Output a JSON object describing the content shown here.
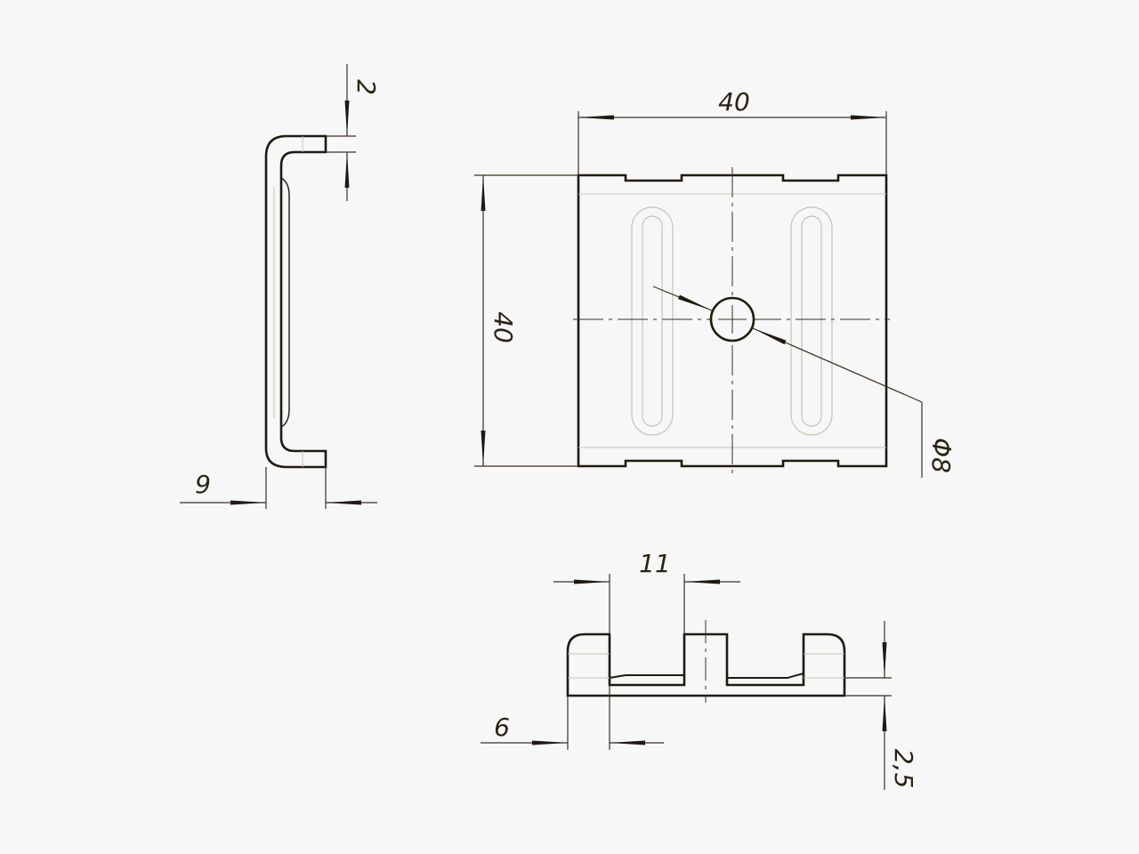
{
  "colors": {
    "background": "#f7f7f7",
    "outline": "#1f1a10",
    "thin_line": "#3a3020",
    "hidden_line": "#c9c2b4"
  },
  "dimensions": {
    "side_thickness": "2",
    "side_depth": "9",
    "top_width": "40",
    "top_height": "40",
    "hole_diameter": "Φ8",
    "front_slot": "11",
    "front_edge": "6",
    "front_thickness": "2,5"
  }
}
